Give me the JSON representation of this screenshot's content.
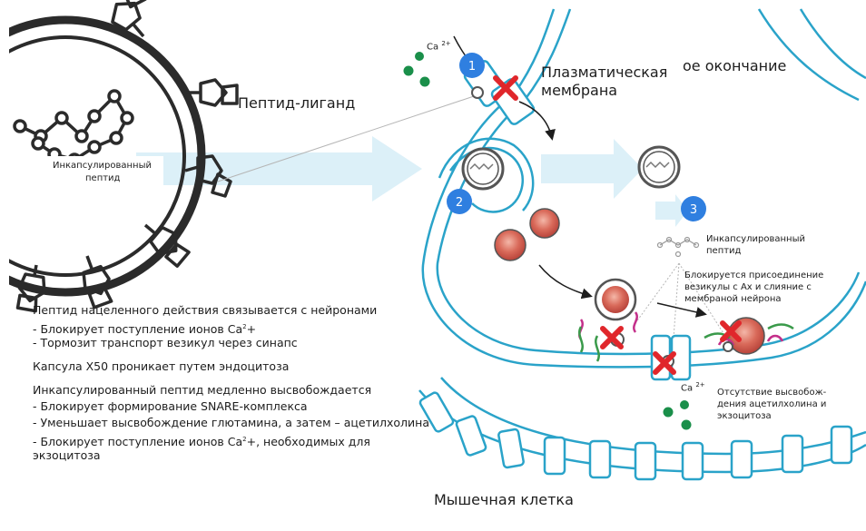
{
  "labels": {
    "peptide_ligand": "Пептид-лиганд",
    "encapsulated_peptide_left_l1": "Инкапсулированный",
    "encapsulated_peptide_left_l2": "пептид",
    "ca_top": "Ca",
    "ca_charge": "2+",
    "plasma_membrane_l1": "Плазматическая",
    "plasma_membrane_l2": "мембрана",
    "nerve_ending": "ое окончание",
    "encapsulated_peptide_right_l1": "Инкапсулированный",
    "encapsulated_peptide_right_l2": "пептид",
    "blocked_fusion_l1": "Блокируется присоединение",
    "blocked_fusion_l2": "везикулы с Ах и слияние с",
    "blocked_fusion_l3": "мембраной нейрона",
    "ca_bottom": "Ca",
    "no_release_l1": "Отсутствие высвобож-",
    "no_release_l2": "дения ацетилхолина и",
    "no_release_l3": "экзоцитоза",
    "muscle_cell": "Мышечная клетка"
  },
  "markers": [
    "1",
    "2",
    "3"
  ],
  "description": {
    "p1_title": "Пептид нацеленного действия связывается с нейронами",
    "p1_b1_pre": "- Блокирует поступление ионов Ca",
    "p1_b1_sup": "2",
    "p1_b1_post": "+",
    "p1_b2": "- Тормозит транспорт везикул через синапс",
    "p2": "Капсула X50 проникает путем эндоцитоза",
    "p3_title": "Инкапсулированный пептид медленно высвобождается",
    "p3_b1": "- Блокирует формирование SNARE-комплекса",
    "p3_b2": "- Уменьшает высвобождение глютамина, а затем – ацетилхолина",
    "p3_b3_pre": "- Блокирует поступление ионов Ca",
    "p3_b3_sup": "2",
    "p3_b3_post": "+, необходимых для",
    "p3_b4": "  экзоцитоза"
  },
  "colors": {
    "membrane": "#2aa3c9",
    "marker": "#2f7fe0",
    "block_x": "#e0262b",
    "ion": "#1a8f4a",
    "arrow_band": "#dcf0f8",
    "capsule": "#2b2b2b",
    "vesicle": "#d9534f"
  },
  "icons": [
    "block-x-icon",
    "calcium-ion-icon",
    "vesicle-icon",
    "peptide-ligand-icon",
    "arrow-icon"
  ]
}
